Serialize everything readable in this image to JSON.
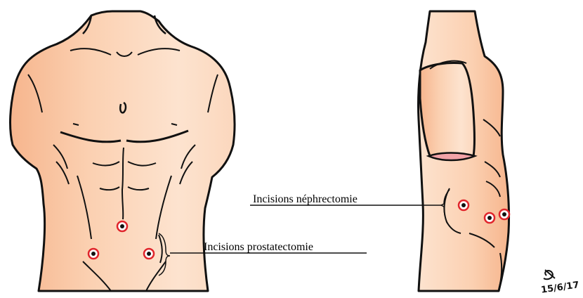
{
  "labels": {
    "nephrectomy": "Incisions néphrectomie",
    "prostatectomy": "Incisions prostatectomie"
  },
  "signature": "15/6/17",
  "colors": {
    "skin_light": "#fde3cf",
    "skin_mid": "#fbd0b1",
    "skin_dark": "#f6b58d",
    "outline": "#111111",
    "port_ring": "#e0242b",
    "port_core": "#111111",
    "port_fill": "#ffffff"
  },
  "ports": {
    "front": [
      "umbilical-port",
      "left-lower-port",
      "right-lower-port"
    ],
    "side": [
      "flank-port-upper",
      "flank-port-lower",
      "flank-port-back"
    ]
  }
}
